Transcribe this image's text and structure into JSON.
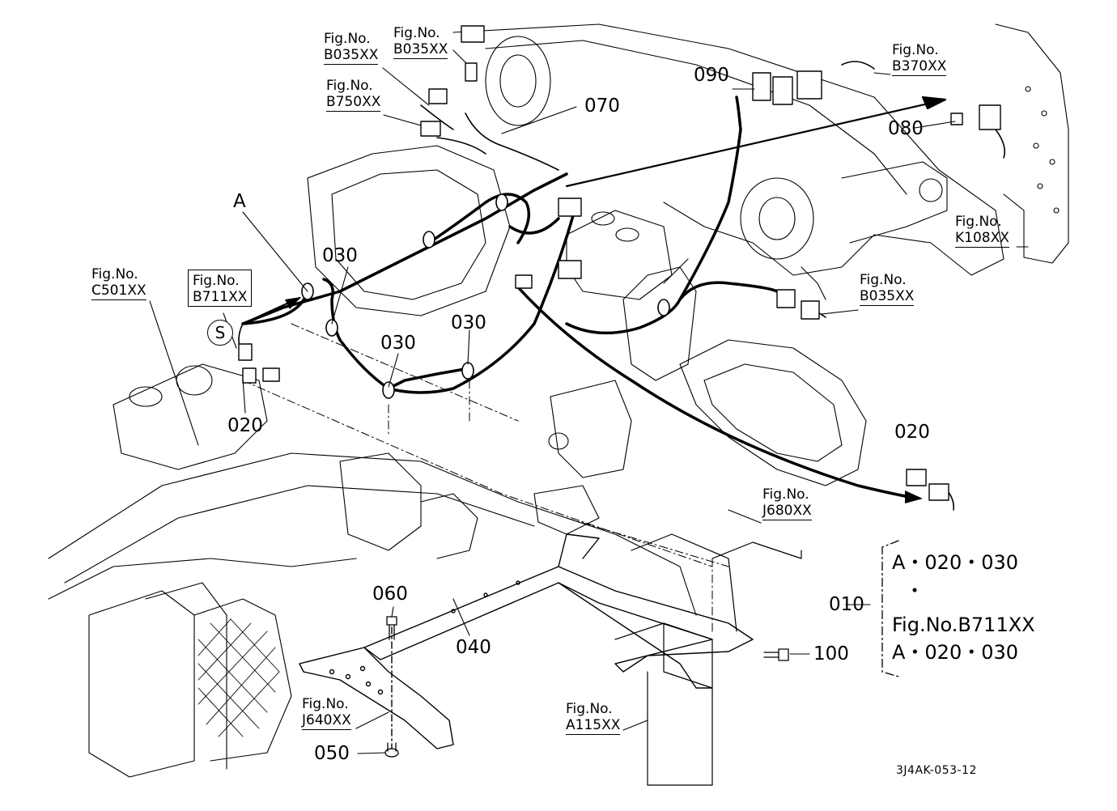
{
  "diagram": {
    "part_callouts": {
      "p010": "010",
      "p020_left": "020",
      "p020_right": "020",
      "p030_a": "030",
      "p030_b": "030",
      "p030_c": "030",
      "p040": "040",
      "p050": "050",
      "p060": "060",
      "p070": "070",
      "p080": "080",
      "p090": "090",
      "p100": "100"
    },
    "marker_a": "A",
    "marker_s": "S",
    "figure_refs": {
      "b035_left": {
        "prefix": "Fig.No.",
        "code": "B035XX"
      },
      "b035_top": {
        "prefix": "Fig.No.",
        "code": "B035XX"
      },
      "b750": {
        "prefix": "Fig.No.",
        "code": "B750XX"
      },
      "b370": {
        "prefix": "Fig.No.",
        "code": "B370XX"
      },
      "k108": {
        "prefix": "Fig.No.",
        "code": "K108XX"
      },
      "c501": {
        "prefix": "Fig.No.",
        "code": "C501XX"
      },
      "b711": {
        "prefix": "Fig.No.",
        "code": "B711XX"
      },
      "b035_right": {
        "prefix": "Fig.No.",
        "code": "B035XX"
      },
      "j680": {
        "prefix": "Fig.No.",
        "code": "J680XX"
      },
      "j640": {
        "prefix": "Fig.No.",
        "code": "J640XX"
      },
      "a115": {
        "prefix": "Fig.No.",
        "code": "A115XX"
      }
    },
    "assembly_key": {
      "line1": "A・020・030",
      "line2": "・",
      "line3": "Fig.No.B711XX",
      "line4": "A・020・030"
    },
    "drawing_code": "3J4AK-053-12"
  }
}
